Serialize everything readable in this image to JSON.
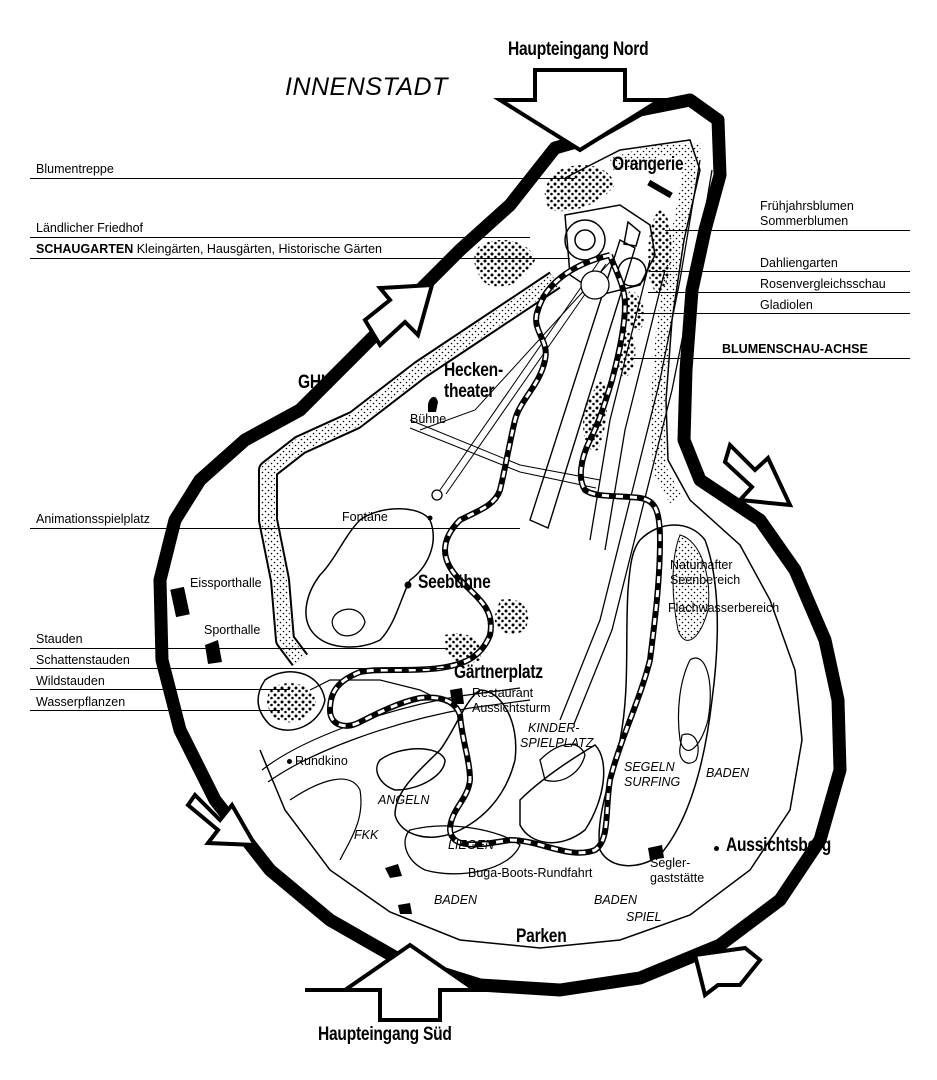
{
  "city_label": "INNENSTADT",
  "entrances": {
    "north": "Haupteingang Nord",
    "south": "Haupteingang Süd"
  },
  "left_legend": {
    "blumentreppe": "Blumentreppe",
    "friedhof": "Ländlicher Friedhof",
    "schaugarten_title": "SCHAUGARTEN",
    "schaugarten_text": "Kleingärten, Hausgärten, Historische Gärten",
    "animation": "Animationsspielplatz",
    "stauden": "Stauden",
    "schattenstauden": "Schattenstauden",
    "wildstauden": "Wildstauden",
    "wasserpflanzen": "Wasserpflanzen"
  },
  "right_legend": {
    "fruehjahrsblumen": "Frühjahrsblumen",
    "sommerblumen": "Sommerblumen",
    "dahliengarten": "Dahliengarten",
    "rosen": "Rosenvergleichsschau",
    "gladiolen": "Gladiolen",
    "achse": "BLUMENSCHAU-ACHSE"
  },
  "places": {
    "orangerie": "Orangerie",
    "ghk": "GHK",
    "heckentheater_1": "Hecken-",
    "heckentheater_2": "theater",
    "buehne": "Bühne",
    "fontaene": "Fontäne",
    "seebuehne": "Seebühne",
    "eissporthalle": "Eissporthalle",
    "sporthalle": "Sporthalle",
    "gaertnerplatz": "Gärtnerplatz",
    "restaurant": "Restaurant",
    "aussichtsturm": "Aussichtsturm",
    "rundkino": "Rundkino",
    "naturhafter_1": "Naturhafter",
    "naturhafter_2": "Seenbereich",
    "flachwasser": "Flachwasserbereich",
    "kinder_1": "KINDER-",
    "kinder_2": "SPIELPLATZ",
    "segeln": "SEGELN",
    "surfing": "SURFING",
    "baden_1": "BADEN",
    "angeln": "ANGELN",
    "fkk": "FKK",
    "liegen": "LIEGEN",
    "aussichtsberg": "Aussichtsberg",
    "segler_1": "Segler-",
    "segler_2": "gaststätte",
    "boots": "Buga-Boots-Rundfahrt",
    "baden_2": "BADEN",
    "baden_3": "BADEN",
    "spiel": "SPIEL",
    "parken": "Parken"
  },
  "colors": {
    "ink": "#000000",
    "paper": "#ffffff"
  }
}
